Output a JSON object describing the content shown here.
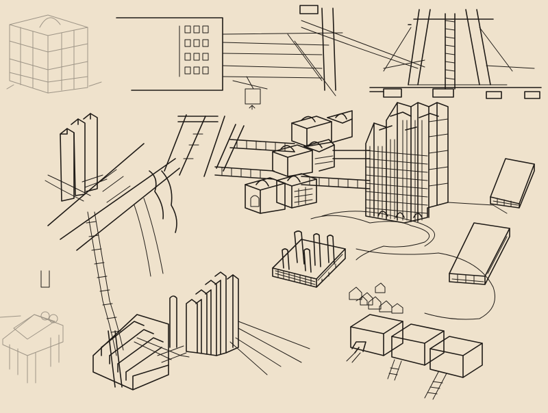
{
  "sheet": {
    "paper_color": "#efe2cc",
    "ink_color": "#1e1a16",
    "pencil_color": "#9d9486"
  },
  "sketch_groups": [
    "pencil-building-top-left",
    "bridge-cables-top",
    "suspension-tower-top-right",
    "tall-slabs-left",
    "roads-and-pipes-left",
    "cube-buildings-center",
    "gridded-tower-block",
    "flat-building-right-top",
    "flat-building-right",
    "factory-with-chimneys",
    "small-houses-cluster",
    "three-tanks-bottom-right",
    "stepped-building-bottom",
    "column-cluster-bottom",
    "pencil-pavilion-bottom-left"
  ]
}
